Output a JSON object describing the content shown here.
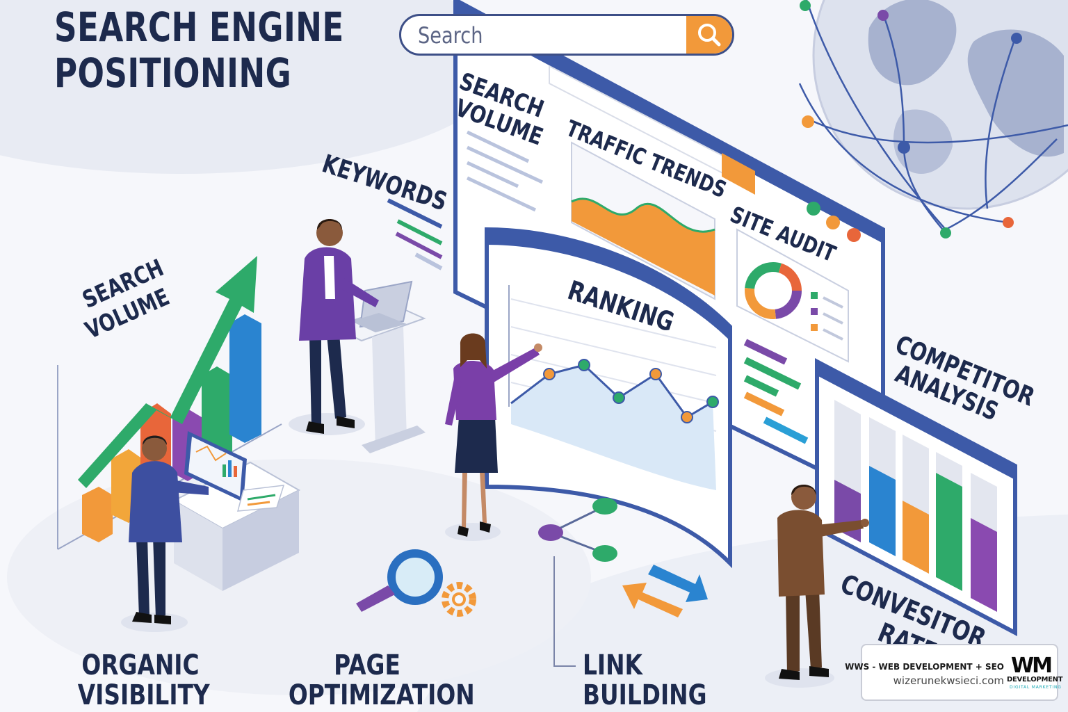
{
  "title": {
    "line1": "SEARCH ENGINE",
    "line2": "POSITIONING"
  },
  "search": {
    "placeholder": "Search"
  },
  "labels": {
    "search_volume_top": [
      "SEARCH",
      "VOLUME"
    ],
    "traffic_trends": "TRAFFIC TRENDS",
    "keywords": "KEYWORDS",
    "site_audit": "SITE AUDIT",
    "ranking": "RANKING",
    "search_volume_left": [
      "SEARCH",
      "VOLUME"
    ],
    "competitor_analysis": [
      "COMPETITOR",
      "ANALYSIS"
    ],
    "conversion_rate": [
      "CONVESITOR",
      "RATE"
    ]
  },
  "captions": {
    "organic_visibility": [
      "ORGANIC",
      "VISIBILITY"
    ],
    "page_optimization": [
      "PAGE",
      "OPTIMIZATION"
    ],
    "link_building": [
      "LINK",
      "BUILDING"
    ]
  },
  "brand": {
    "name": "WWS - WEB DEVELOPMENT + SEO",
    "url": "wizerunekwsieci.com",
    "logo_main": "WM",
    "logo_sub": "DEVELOPMENT",
    "logo_tag": "DIGITAL MARKETING"
  },
  "colors": {
    "navy": "#1d2a4d",
    "blue": "#3d5aa8",
    "green": "#2eaa6a",
    "orange": "#f2993a",
    "purple": "#7a4aa8",
    "teal": "#2aa39a",
    "light": "#e9ecf5"
  },
  "icons": [
    "search-icon",
    "magnifier-icon",
    "gear-icon",
    "link-nodes-icon",
    "arrows-icon",
    "globe-icon",
    "donut-chart-icon"
  ]
}
